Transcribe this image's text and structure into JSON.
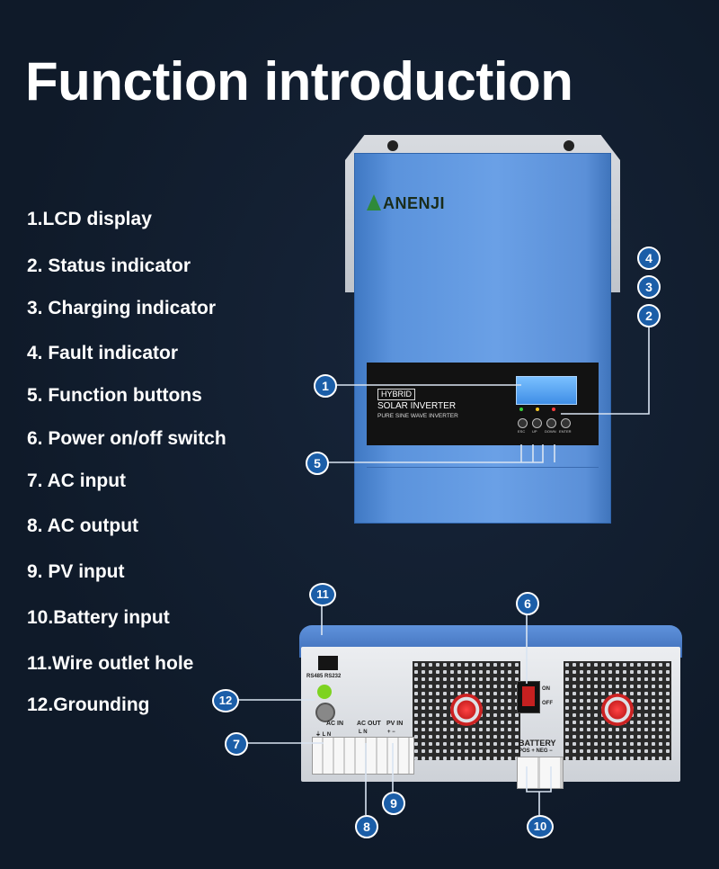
{
  "title": "Function introduction",
  "features": [
    {
      "label": "1.LCD display"
    },
    {
      "label": "2. Status indicator"
    },
    {
      "label": "3. Charging indicator"
    },
    {
      "label": "4. Fault indicator"
    },
    {
      "label": "5. Function buttons"
    },
    {
      "label": "6. Power on/off switch"
    },
    {
      "label": "7. AC input"
    },
    {
      "label": "8. AC output"
    },
    {
      "label": "9. PV input"
    },
    {
      "label": "10.Battery input"
    },
    {
      "label": "11.Wire outlet hole"
    },
    {
      "label": "12.Grounding"
    }
  ],
  "callouts": [
    "1",
    "2",
    "3",
    "4",
    "5",
    "6",
    "7",
    "8",
    "9",
    "10",
    "11",
    "12"
  ],
  "device": {
    "brand": "ANENJI",
    "hybrid_tag": "HYBRID",
    "solar_label": "SOLAR INVERTER",
    "pure_label": "PURE SINE WAVE INVERTER",
    "buttons": [
      "ESC",
      "UP",
      "DOWN",
      "ENTER"
    ],
    "rs_label": "RS485 RS232",
    "ac_in": "AC IN",
    "ac_in_terms": "⏚  L  N",
    "ac_out": "AC OUT",
    "ac_out_terms": "L  N",
    "pv_in": "PV IN",
    "pv_terms": "+  −",
    "switch_on": "ON",
    "switch_off": "OFF",
    "battery": "BATTERY",
    "battery_terms": "POS +      NEG −"
  },
  "colors": {
    "background": "#0f1a29",
    "accent_blue": "#1b5ea8",
    "case_blue": "#5b93dc"
  }
}
